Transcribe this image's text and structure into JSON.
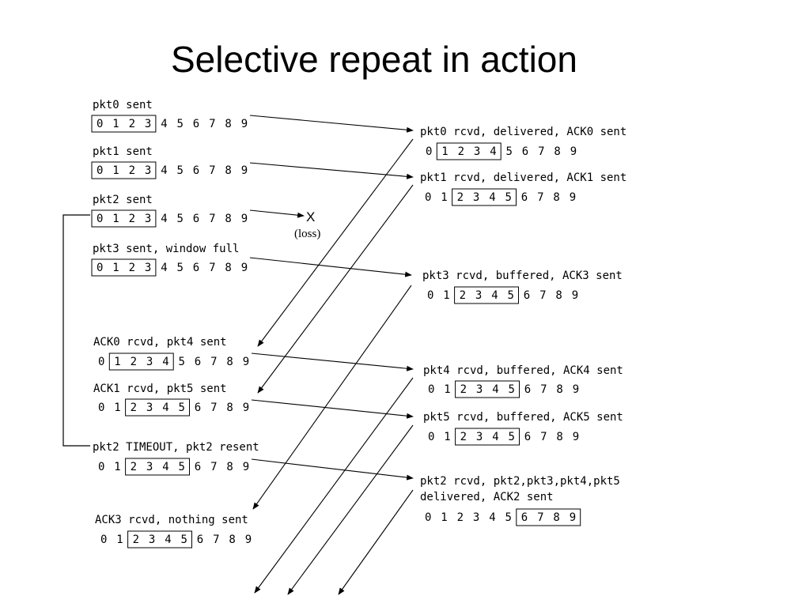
{
  "title": "Selective repeat in action",
  "sequence_numbers": [
    "0",
    "1",
    "2",
    "3",
    "4",
    "5",
    "6",
    "7",
    "8",
    "9"
  ],
  "sender_events": [
    {
      "label": "pkt0 sent",
      "window": [
        0,
        3
      ]
    },
    {
      "label": "pkt1 sent",
      "window": [
        0,
        3
      ]
    },
    {
      "label": "pkt2 sent",
      "window": [
        0,
        3
      ]
    },
    {
      "label": "pkt3 sent, window full",
      "window": [
        0,
        3
      ]
    },
    {
      "label": "ACK0 rcvd, pkt4 sent",
      "window": [
        1,
        4
      ]
    },
    {
      "label": "ACK1 rcvd, pkt5 sent",
      "window": [
        2,
        5
      ]
    },
    {
      "label": "pkt2 TIMEOUT, pkt2 resent",
      "window": [
        2,
        5
      ]
    },
    {
      "label": "ACK3 rcvd, nothing sent",
      "window": [
        2,
        5
      ]
    }
  ],
  "receiver_events": [
    {
      "label": "pkt0 rcvd, delivered, ACK0 sent",
      "window": [
        1,
        4
      ]
    },
    {
      "label": "pkt1 rcvd, delivered, ACK1 sent",
      "window": [
        2,
        5
      ]
    },
    {
      "label": "pkt3 rcvd, buffered, ACK3 sent",
      "window": [
        2,
        5
      ]
    },
    {
      "label": "pkt4 rcvd, buffered, ACK4 sent",
      "window": [
        2,
        5
      ]
    },
    {
      "label": "pkt5 rcvd, buffered, ACK5 sent",
      "window": [
        2,
        5
      ]
    },
    {
      "label": "pkt2 rcvd, pkt2,pkt3,pkt4,pkt5",
      "label2": "delivered, ACK2 sent",
      "window": [
        6,
        9
      ]
    }
  ],
  "loss": {
    "mark": "X",
    "label": "(loss)"
  }
}
